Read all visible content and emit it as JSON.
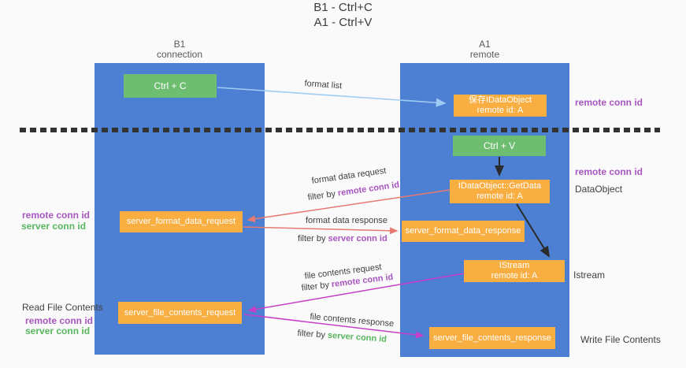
{
  "title": {
    "line1": "B1 - Ctrl+C",
    "line2": "A1 - Ctrl+V"
  },
  "lanes": {
    "left": {
      "title": "B1",
      "subtitle": "connection"
    },
    "right": {
      "title": "A1",
      "subtitle": "remote"
    }
  },
  "boxes": {
    "ctrl_c": {
      "label": "Ctrl + C"
    },
    "ctrl_v": {
      "label": "Ctrl + V"
    },
    "save_idataobject": {
      "line1": "保存IDataObject",
      "line2": "remote id: A"
    },
    "getdata": {
      "line1": "IDataObject::GetData",
      "line2": "remote id: A"
    },
    "istream": {
      "line1": "IStream",
      "line2": "remote id: A"
    },
    "format_request": {
      "label": "server_format_data_request"
    },
    "format_response": {
      "label": "server_format_data_response"
    },
    "file_request": {
      "label": "server_file_contents_request"
    },
    "file_response": {
      "label": "server_file_contents_response"
    }
  },
  "arrow_labels": {
    "format_list": "format list",
    "format_data_request": "format data request",
    "format_data_response": "format data response",
    "file_contents_request": "file contents request",
    "file_contents_response": "file contents response",
    "filter_by": "filter by",
    "remote_conn_id": "remote conn id",
    "server_conn_id": "server conn id"
  },
  "side_labels": {
    "remote_conn_id": "remote conn id",
    "server_conn_id": "server conn id",
    "dataobject": "DataObject",
    "istream": "Istream",
    "read_file_contents": "Read File Contents",
    "write_file_contents": "Write File Contents"
  },
  "colors": {
    "lane_blue": "#4d7fd3",
    "box_green": "#6ebe71",
    "box_orange": "#f9ae42",
    "arrow_salmon": "#e87a72",
    "arrow_magenta": "#c63ec6",
    "arrow_light_blue": "#9fccf2",
    "arrow_black": "#2b2b2b",
    "text_purple": "#a855c0",
    "text_green": "#58b65e",
    "dashed_line": "#333333"
  }
}
